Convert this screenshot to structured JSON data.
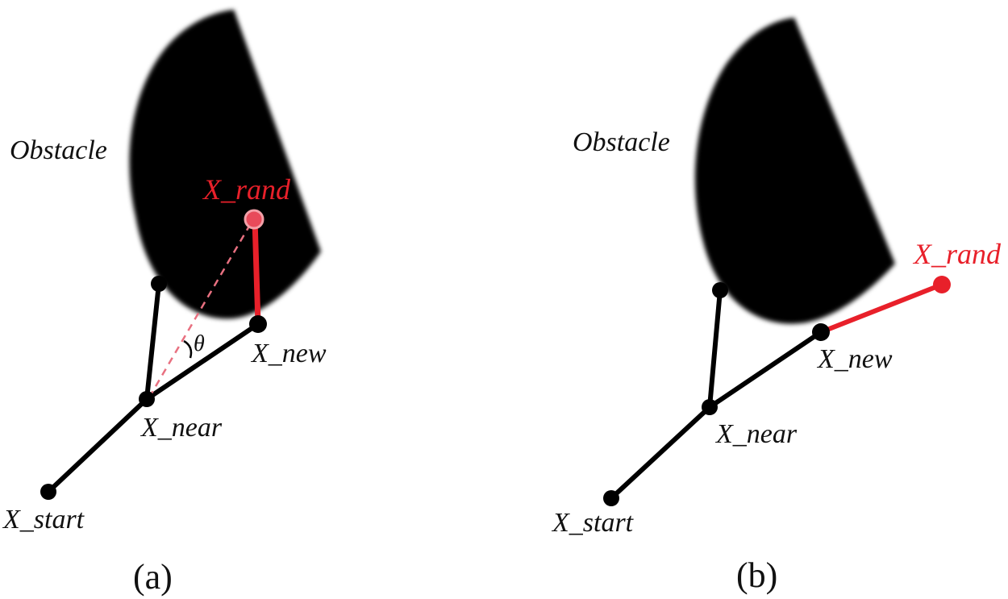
{
  "colors": {
    "tree": "#000000",
    "highlight": "#e8202a",
    "obstacle": "#000000",
    "background": "#ffffff"
  },
  "panel_a": {
    "obstacle_label": "Obstacle",
    "x_rand_label": "X_rand",
    "x_new_label": "X_new",
    "x_near_label": "X_near",
    "x_start_label": "X_start",
    "angle_label": "θ",
    "caption": "(a)"
  },
  "panel_b": {
    "obstacle_label": "Obstacle",
    "x_rand_label": "X_rand",
    "x_new_label": "X_new",
    "x_near_label": "X_near",
    "x_start_label": "X_start",
    "caption": "(b)"
  }
}
